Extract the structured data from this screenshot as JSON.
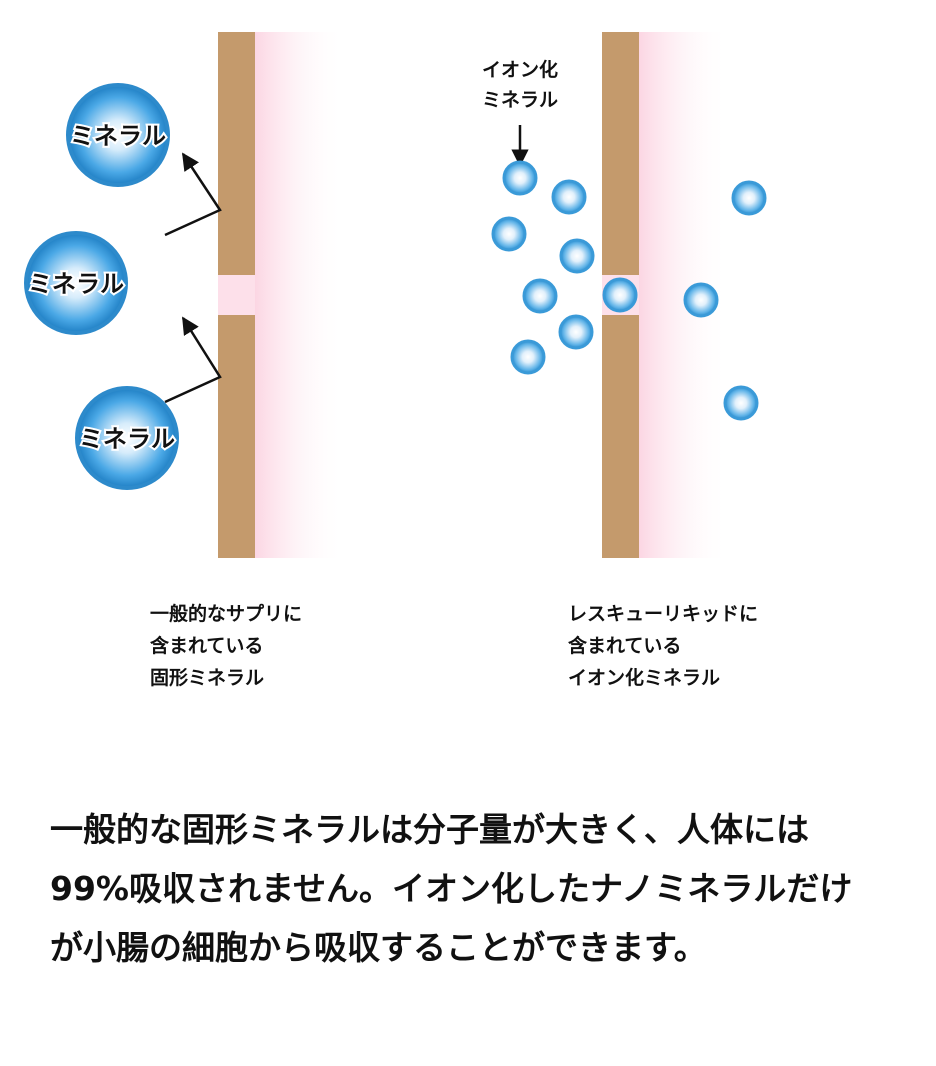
{
  "large_mineral_label": "ミネラル",
  "ion_label": {
    "line1": "イオン化",
    "line2": "ミネラル"
  },
  "left_caption": {
    "line1": "一般的なサプリに",
    "line2": "含まれている",
    "line3": "固形ミネラル"
  },
  "right_caption": {
    "line1": "レスキューリキッドに",
    "line2": "含まれている",
    "line3": "イオン化ミネラル"
  },
  "explanation": {
    "line1": "一般的な固形ミネラルは分子量が大きく、人体には",
    "line2": "99%吸収されません。イオン化したナノミネラルだけ",
    "line3": "が小腸の細胞から吸収することができます。"
  },
  "colors": {
    "membrane": "#c49a6c",
    "cell_interior": "#fde0ea",
    "mineral": "#3a9ad8"
  }
}
